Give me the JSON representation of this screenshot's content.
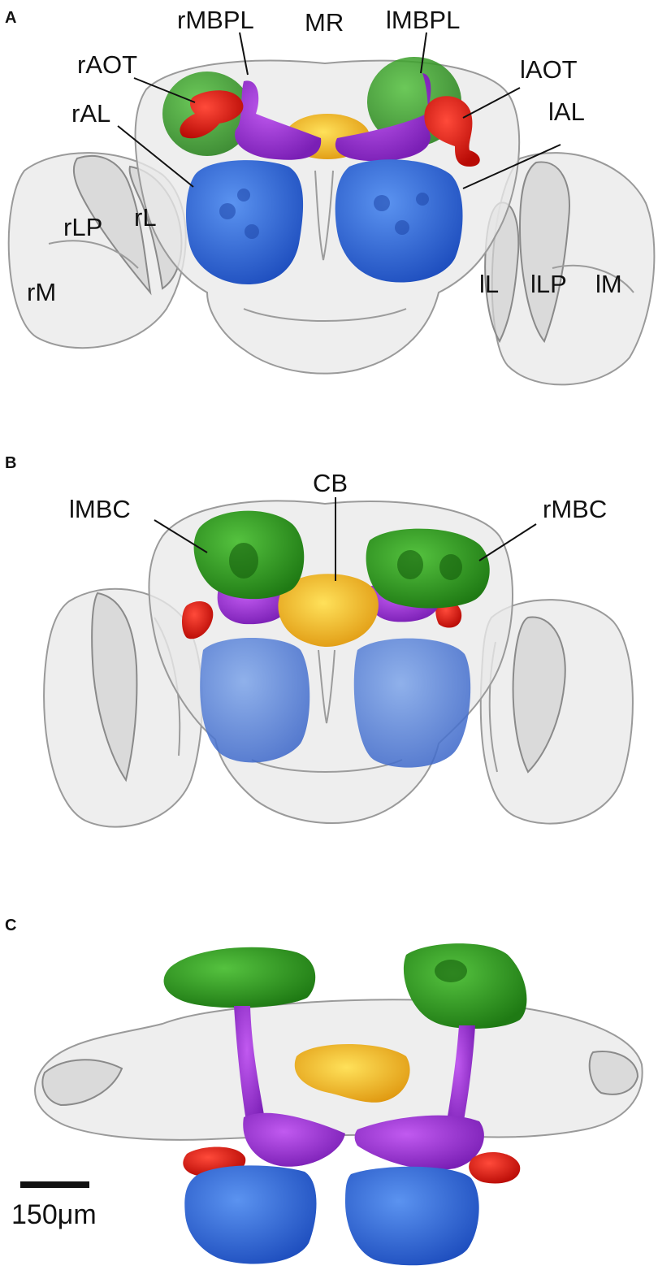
{
  "panels": [
    {
      "letter": "A",
      "labels": {
        "rMBPL": "rMBPL",
        "MR": "MR",
        "lMBPL": "lMBPL",
        "rAOT": "rAOT",
        "lAOT": "lAOT",
        "rAL": "rAL",
        "lAL": "lAL",
        "rLP": "rLP",
        "rL": "rL",
        "rM": "rM",
        "lL": "lL",
        "lLP": "lLP",
        "lM": "lM"
      }
    },
    {
      "letter": "B",
      "labels": {
        "lMBC": "lMBC",
        "CB": "CB",
        "rMBC": "rMBC"
      }
    },
    {
      "letter": "C",
      "labels": {}
    }
  ],
  "scale_bar": {
    "label": "150μm"
  },
  "colors": {
    "mushroom_calyx": "#2f9a1f",
    "peduncle_lobes": "#9b2fd1",
    "central_body": "#f2b728",
    "antennal_lobe": "#2f6fe0",
    "anterior_optic_tubercle": "#e8120f",
    "brain_surface": "#e6e6e6"
  }
}
